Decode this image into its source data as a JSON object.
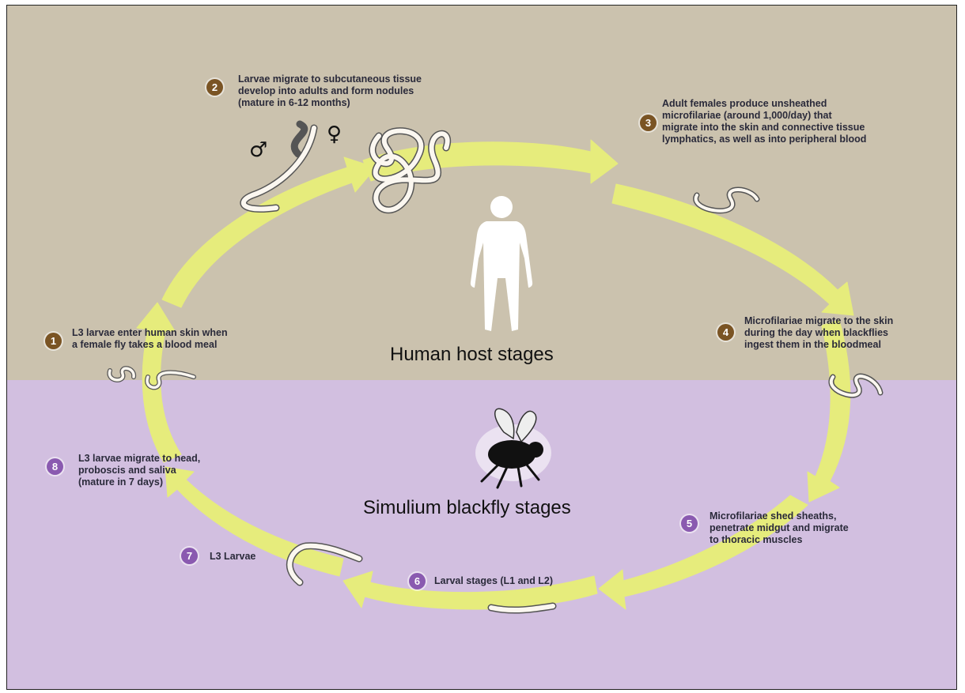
{
  "sections": {
    "human": "Human host stages",
    "fly": "Simulium blackfly stages"
  },
  "symbols": {
    "male": "♂",
    "female": "♀"
  },
  "steps": [
    {
      "number": "1",
      "text": "L3 larvae enter human skin when\na female fly takes a blood meal"
    },
    {
      "number": "2",
      "text": "Larvae migrate to subcutaneous tissue\ndevelop into adults and form nodules\n(mature in 6-12 months)"
    },
    {
      "number": "3",
      "text": "Adult females produce unsheathed\nmicrofilariae (around 1,000/day) that\nmigrate into the skin and connective tissue\nlymphatics, as well as into peripheral blood"
    },
    {
      "number": "4",
      "text": "Microfilariae migrate to the skin\nduring the day when blackflies\ningest them in the bloodmeal"
    },
    {
      "number": "5",
      "text": "Microfilariae shed sheaths,\npenetrate midgut and migrate\nto thoracic muscles"
    },
    {
      "number": "6",
      "text": "Larval stages (L1 and L2)"
    },
    {
      "number": "7",
      "text": "L3 Larvae"
    },
    {
      "number": "8",
      "text": "L3 larvae migrate to head,\nproboscis and saliva\n(mature in 7 days)"
    }
  ],
  "colors": {
    "human_band": "#cbc2ae",
    "fly_band": "#d2bfe0",
    "cycle_arrows": "#e6ec7c",
    "human_step_badge": "#7a5424",
    "fly_step_badge": "#8a5ab0"
  },
  "icons": [
    "human-figure-icon",
    "blackfly-icon",
    "adult-worm-icon",
    "microfilaria-icon",
    "larva-icon"
  ]
}
